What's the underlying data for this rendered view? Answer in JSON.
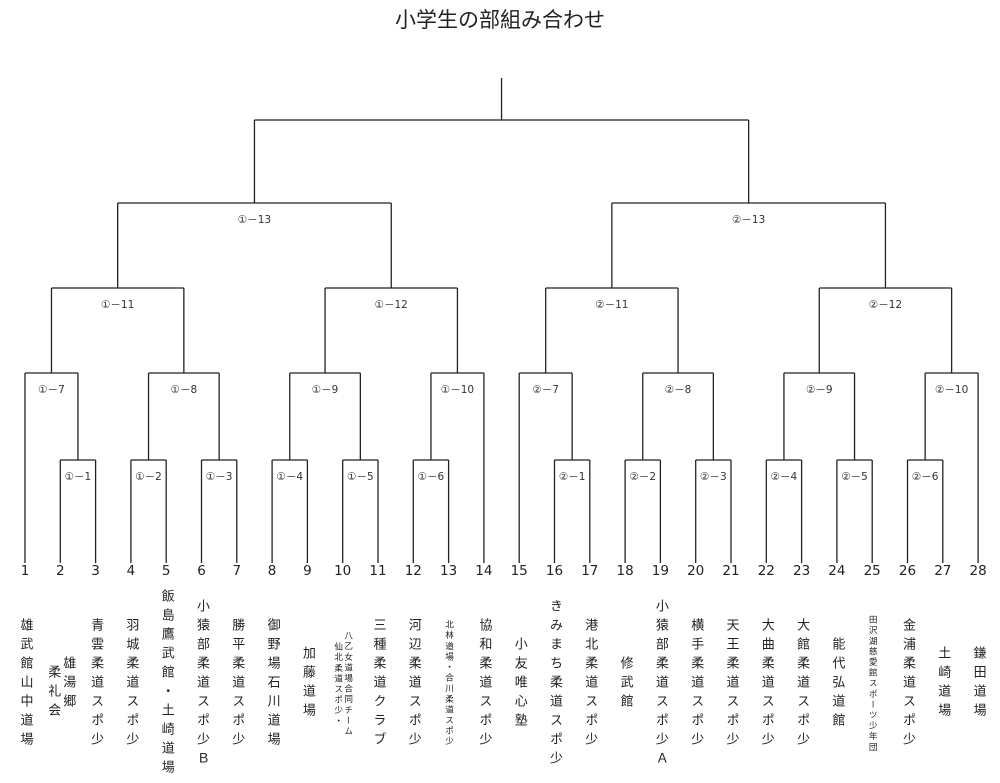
{
  "title": "小学生の部組み合わせ",
  "teams": [
    {
      "num": "1",
      "name": "雄武館山中道場"
    },
    {
      "num": "2",
      "name": "雄湯郷\n　柔礼会"
    },
    {
      "num": "3",
      "name": "青雲柔道スポ少"
    },
    {
      "num": "4",
      "name": "羽城柔道スポ少"
    },
    {
      "num": "5",
      "name": "飯島鷹武館・土崎道場"
    },
    {
      "num": "6",
      "name": "小猿部柔道スポ少Ｂ"
    },
    {
      "num": "7",
      "name": "勝平柔道スポ少"
    },
    {
      "num": "8",
      "name": "御野場石川道場"
    },
    {
      "num": "9",
      "name": "加藤道場"
    },
    {
      "num": "10",
      "name": "八乙女道場合同チーム\n仙北柔道スポ少・"
    },
    {
      "num": "11",
      "name": "三種柔道クラブ"
    },
    {
      "num": "12",
      "name": "河辺柔道スポ少"
    },
    {
      "num": "13",
      "name": "北林道場・合川柔道スポ少"
    },
    {
      "num": "14",
      "name": "協和柔道スポ少"
    },
    {
      "num": "15",
      "name": "小友唯心塾"
    },
    {
      "num": "16",
      "name": "きみまち柔道スポ少"
    },
    {
      "num": "17",
      "name": "港北柔道スポ少"
    },
    {
      "num": "18",
      "name": "修武館"
    },
    {
      "num": "19",
      "name": "小猿部柔道スポ少Ａ"
    },
    {
      "num": "20",
      "name": "横手柔道スポ少"
    },
    {
      "num": "21",
      "name": "天王柔道スポ少"
    },
    {
      "num": "22",
      "name": "大曲柔道スポ少"
    },
    {
      "num": "23",
      "name": "大館柔道スポ少"
    },
    {
      "num": "24",
      "name": "能代弘道館"
    },
    {
      "num": "25",
      "name": "田沢湖慈愛館スポーツ少年団"
    },
    {
      "num": "26",
      "name": "金浦柔道スポ少"
    },
    {
      "num": "27",
      "name": "土崎道場"
    },
    {
      "num": "28",
      "name": "鎌田道場"
    }
  ],
  "matches": {
    "r1": [
      "①－1",
      "①－2",
      "①－3",
      "①－4",
      "①－5",
      "①－6",
      "②－1",
      "②－2",
      "②－3",
      "②－4",
      "②－5",
      "②－6"
    ],
    "r2": [
      "①－7",
      "①－8",
      "①－9",
      "①－10",
      "②－7",
      "②－8",
      "②－9",
      "②－10"
    ],
    "r3": [
      "①－11",
      "①－12",
      "②－11",
      "②－12"
    ],
    "r4": [
      "①－13",
      "②－13"
    ]
  }
}
